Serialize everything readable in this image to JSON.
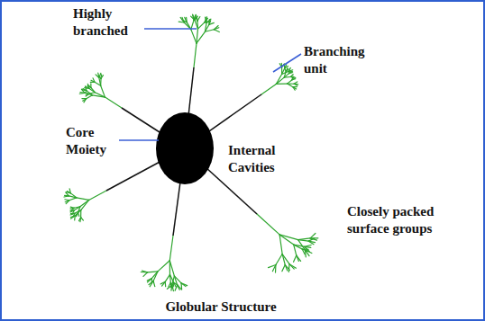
{
  "diagram": {
    "labels": [
      "Highly branched",
      "Branching unit",
      "Core Moiety",
      "Internal Cavities",
      "Closely packed surface groups",
      "Globular Structure"
    ]
  }
}
